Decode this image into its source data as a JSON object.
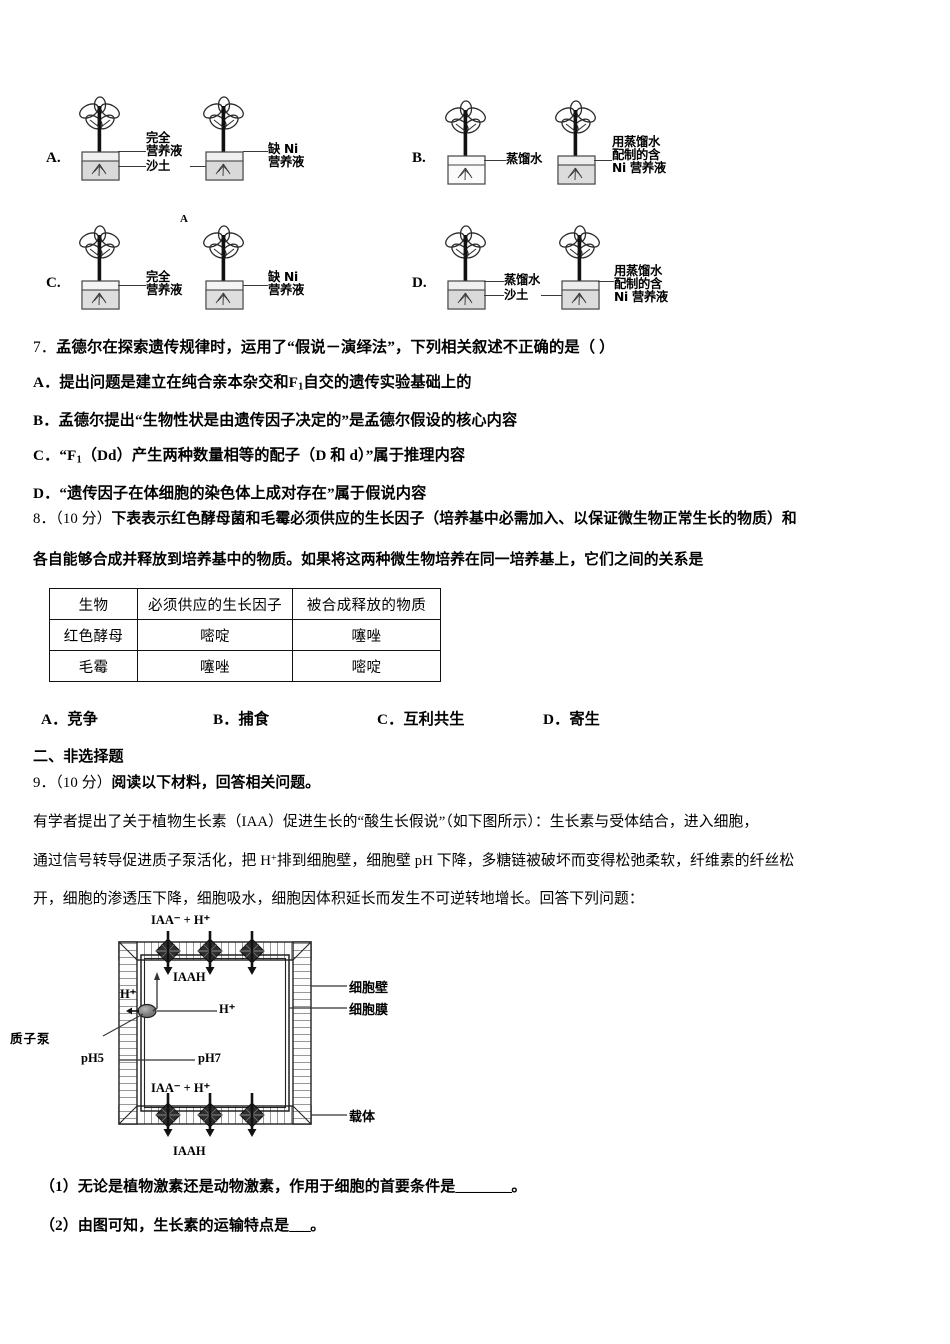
{
  "question6_options": [
    {
      "letter": "A.",
      "pots": [
        {
          "label_lines": [
            "完全",
            "营养液"
          ],
          "second_label_lines": [
            "沙土"
          ]
        },
        {
          "label_lines": [
            "缺 Ni",
            "营养液"
          ]
        }
      ]
    },
    {
      "letter": "B.",
      "pots": [
        {
          "label_lines": [
            "蒸馏水"
          ]
        },
        {
          "label_lines": [
            "用蒸馏水",
            "配制的含",
            "Ni 营养液"
          ]
        }
      ]
    },
    {
      "letter": "C.",
      "marker": "A",
      "pots": [
        {
          "label_lines": [
            "完全",
            "营养液"
          ]
        },
        {
          "label_lines": [
            "缺 Ni",
            "营养液"
          ]
        }
      ]
    },
    {
      "letter": "D.",
      "pots": [
        {
          "label_lines": [
            "蒸馏水"
          ],
          "second_label_lines": [
            "沙土"
          ]
        },
        {
          "label_lines": [
            "用蒸馏水",
            "配制的含",
            "Ni 营养液"
          ]
        }
      ]
    }
  ],
  "question7": {
    "number": "7．",
    "stem": "孟德尔在探索遗传规律时，运用了“假说－演绎法”，下列相关叙述不正确的是（  ）",
    "options": [
      {
        "letter": "A．",
        "pre": "提出问题是建立在纯合亲本杂交和F",
        "sub": "1",
        "post": "自交的遗传实验基础上的"
      },
      {
        "letter": "B．",
        "text": "孟德尔提出“生物性状是由遗传因子决定的”是孟德尔假设的核心内容"
      },
      {
        "letter": "C．",
        "pre": "“F",
        "sub": "1",
        "post": "（Dd）产生两种数量相等的配子（D 和 d）”属于推理内容"
      },
      {
        "letter": "D．",
        "text": "“遗传因子在体细胞的染色体上成对存在”属于假说内容"
      }
    ]
  },
  "question8": {
    "number": "8．",
    "score": "（10 分）",
    "stem_line1": "下表表示红色酵母菌和毛霉必须供应的生长因子（培养基中必需加入、以保证微生物正常生长的物质）和",
    "stem_line2": "各自能够合成并释放到培养基中的物质。如果将这两种微生物培养在同一培养基上，它们之间的关系是",
    "table": {
      "headers": [
        "生物",
        "必须供应的生长因子",
        "被合成释放的物质"
      ],
      "rows": [
        [
          "红色酵母",
          "嘧啶",
          "噻唑"
        ],
        [
          "毛霉",
          "噻唑",
          "嘧啶"
        ]
      ]
    },
    "options": [
      {
        "letter": "A．",
        "text": "竞争"
      },
      {
        "letter": "B．",
        "text": "捕食"
      },
      {
        "letter": "C．",
        "text": "互利共生"
      },
      {
        "letter": "D．",
        "text": "寄生"
      }
    ]
  },
  "section2": {
    "title": "二、非选择题"
  },
  "question9": {
    "number": "9．",
    "score": "（10 分）",
    "stem": "阅读以下材料，回答相关问题。",
    "paragraph_line1_a": "有学者提出了关于植物生长素（IAA）促进生长的“酸生长假说”（如下图所示）：生长素与受体结合，进入细胞，",
    "paragraph_line2_a": "通过信号转导促进质子泵活化，把 H",
    "paragraph_line2_sup": "+",
    "paragraph_line2_b": "排到细胞壁，细胞壁 pH 下降，多糖链被破坏而变得松弛柔软，纤维素的纤丝松",
    "paragraph_line3": "开，细胞的渗透压下降，细胞吸水，细胞因体积延长而发生不可逆转地增长。回答下列问题：",
    "sub_questions": [
      {
        "label": "（1）",
        "pre": "无论是植物激素还是动物激素，作用于细胞的首要条件是",
        "blank": "________",
        "post": "。"
      },
      {
        "label": "（2）",
        "pre": "由图可知，生长素的运输特点是",
        "blank": "___",
        "post": "。"
      }
    ],
    "diagram_labels": {
      "top_transport": "IAA⁻ + H⁺",
      "top_product": "IAAH",
      "bottom_transport": "IAA⁻ + H⁺",
      "bottom_product": "IAAH",
      "proton_outside": "H⁺",
      "proton_inside": "H⁺",
      "proton_pump": "质子泵",
      "ph_wall": "pH5",
      "ph_cytoplasm": "pH7",
      "cell_wall": "细胞壁",
      "cell_membrane": "细胞膜",
      "carrier": "载体"
    }
  }
}
